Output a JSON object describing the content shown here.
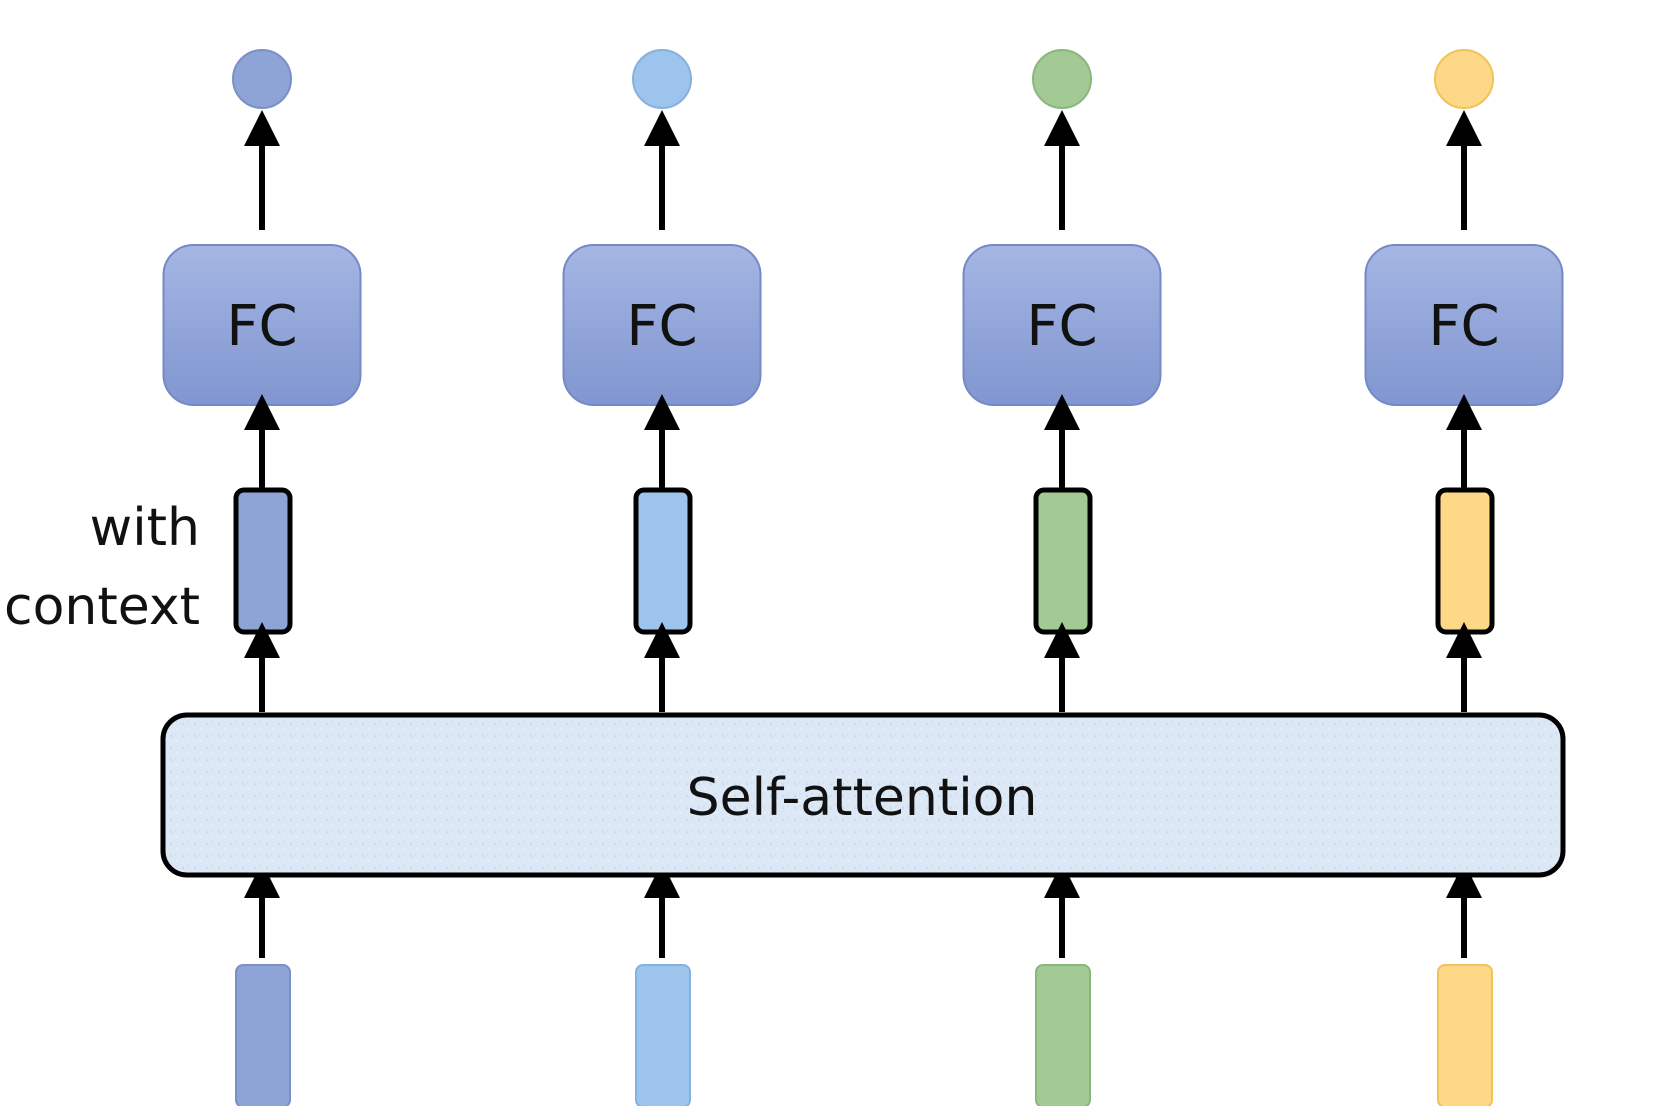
{
  "diagram": {
    "self_attention_label": "Self-attention",
    "fc_label": "FC",
    "side_label_line1": "with",
    "side_label_line2": "context",
    "columns": [
      {
        "color": "#8ea3d6",
        "stroke": "#7a90c6"
      },
      {
        "color": "#9cc4ec",
        "stroke": "#86b1de"
      },
      {
        "color": "#a3c995",
        "stroke": "#8ab77b"
      },
      {
        "color": "#fdd887",
        "stroke": "#f1c25b"
      }
    ],
    "colors": {
      "fc_box": "#8fa4da",
      "fc_border": "#7589c6",
      "self_attention_fill": "#dde9f6",
      "stroke": "#000000"
    }
  }
}
